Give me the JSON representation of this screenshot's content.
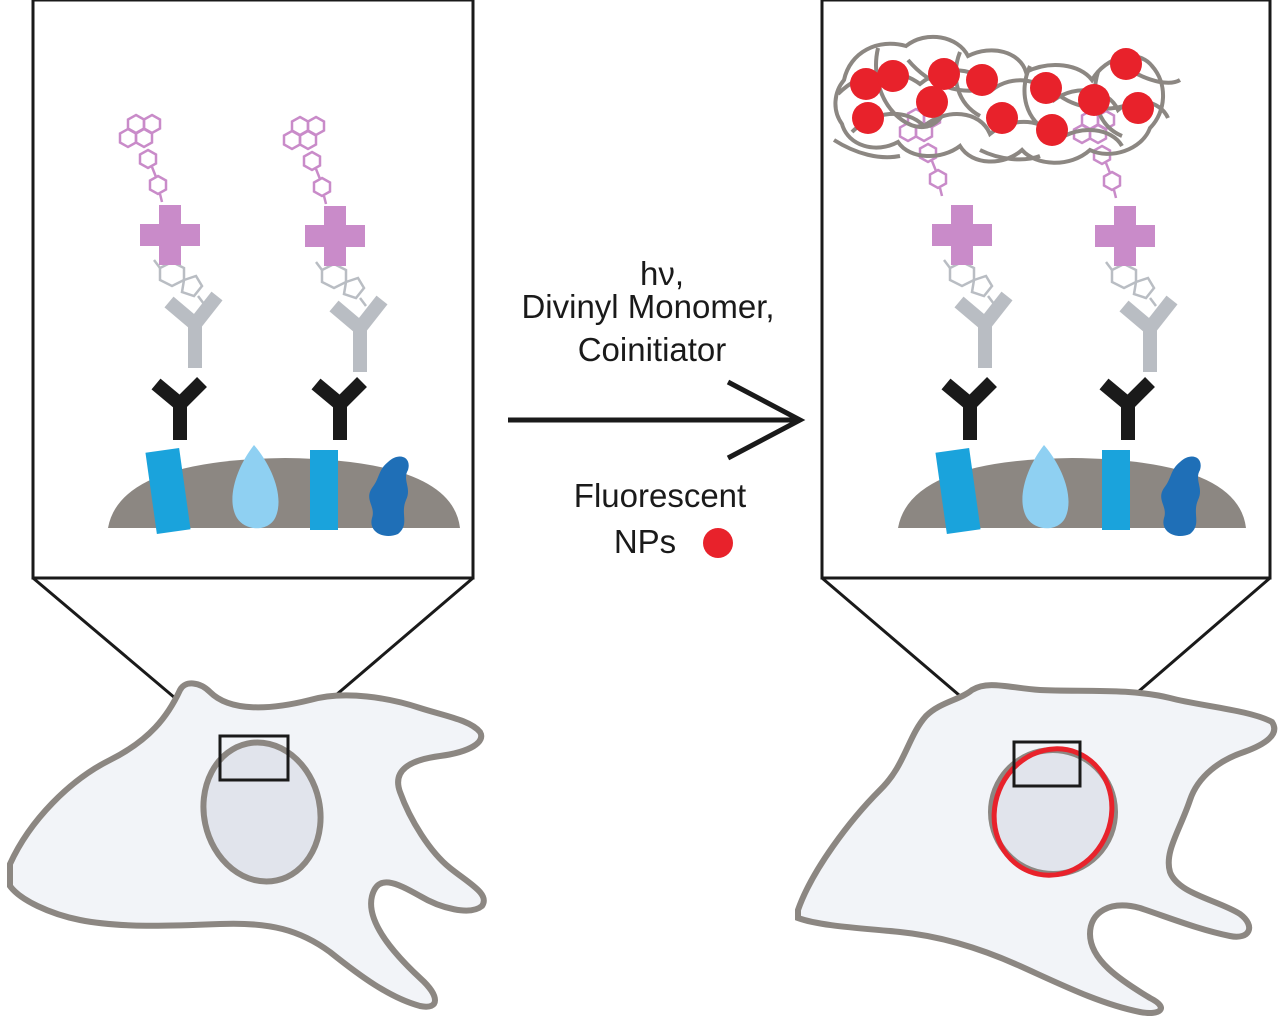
{
  "reaction": {
    "line1": "hν,",
    "line2": "Divinyl Monomer,",
    "line3": "Coinitiator",
    "legend_line1": "Fluorescent",
    "legend_line2": "NPs"
  },
  "colors": {
    "outline": "#1a1a1a",
    "cell_outline": "#8c8782",
    "cell_fill": "#f2f4f8",
    "nucleus_fill": "#e1e4ec",
    "membrane": "#8c8782",
    "receptor_teal": "#1aa3dc",
    "protein_light": "#8fd0f2",
    "protein_dark": "#1f6fb7",
    "primary_antibody": "#1a1a1a",
    "secondary_antibody": "#b9bdc3",
    "photoinitiator": "#c98bc9",
    "nanoparticle": "#e8222b",
    "polymer": "#8c8782"
  },
  "icons": {
    "arrow": "reaction-arrow-icon",
    "nanoparticle": "nanoparticle-icon"
  }
}
